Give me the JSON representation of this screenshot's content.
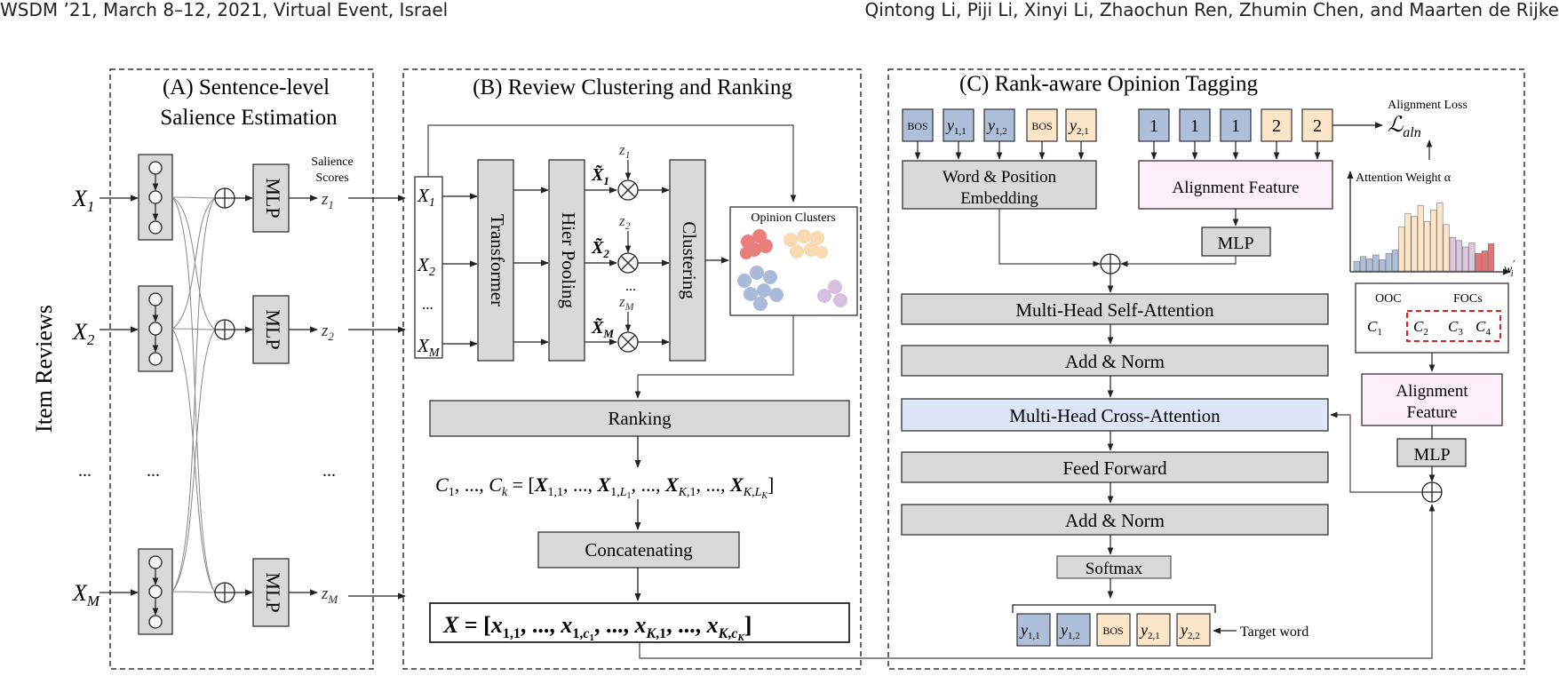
{
  "header": {
    "left": "WSDM ’21, March 8–12, 2021, Virtual Event, Israel",
    "right": "Qintong Li, Piji Li, Xinyi Li, Zhaochun Ren, Zhumin Chen, and Maarten de Rijke"
  },
  "panel_a": {
    "title_line1": "(A) Sentence-level",
    "title_line2": "Salience Estimation",
    "side_label": "Item Reviews",
    "inputs": [
      "X",
      "X",
      "X"
    ],
    "input_subs": [
      "1",
      "2",
      "M"
    ],
    "mlp_label": "MLP",
    "salience_label_line1": "Salience",
    "salience_label_line2": "Scores",
    "scores": [
      "z",
      "z",
      "z"
    ],
    "score_subs": [
      "1",
      "2",
      "M"
    ],
    "ellipsis": "..."
  },
  "panel_b": {
    "title": "(B) Review Clustering and Ranking",
    "stack_items": [
      "X",
      "X",
      "X"
    ],
    "stack_subs": [
      "1",
      "2",
      "M"
    ],
    "stack_ellipsis": "...",
    "transformer_label": "Transformer",
    "hier_pooling_label": "Hier Pooling",
    "clustering_label": "Clustering",
    "pooled": [
      "X̃",
      "X̃",
      "X̃"
    ],
    "pooled_subs": [
      "1",
      "2",
      "M"
    ],
    "weights": [
      "z",
      "z",
      "z"
    ],
    "weight_subs": [
      "1",
      "2",
      "M"
    ],
    "opinion_clusters_label": "Opinion Clusters",
    "ranking_label": "Ranking",
    "cluster_eq": "C1, ..., Ck = [X1,1, ..., X1,L1, ..., XK,1, ..., XK,LK]",
    "concatenating_label": "Concatenating",
    "concat_eq": "X = [x1,1, ..., x1,c1, ..., xK,1, ..., xK,cK]",
    "clusters": [
      {
        "color": "#ea7e7a",
        "opacity": 0.9
      },
      {
        "color": "#f8d9b0",
        "opacity": 0.95
      },
      {
        "color": "#a9bbd9",
        "opacity": 0.95
      },
      {
        "color": "#d7bfe0",
        "opacity": 0.95
      }
    ]
  },
  "panel_c": {
    "title": "(C) Rank-aware Opinion Tagging",
    "tokens_top": [
      {
        "text": "BOS",
        "sub": "",
        "color": "#aebfd9"
      },
      {
        "text": "y",
        "sub": "1,1",
        "color": "#aebfd9"
      },
      {
        "text": "y",
        "sub": "1,2",
        "color": "#aebfd9"
      },
      {
        "text": "BOS",
        "sub": "",
        "color": "#fde5c8"
      },
      {
        "text": "y",
        "sub": "2,1",
        "color": "#fde5c8"
      }
    ],
    "align_tokens": [
      {
        "text": "1",
        "color": "#aebfd9"
      },
      {
        "text": "1",
        "color": "#aebfd9"
      },
      {
        "text": "1",
        "color": "#aebfd9"
      },
      {
        "text": "2",
        "color": "#fde5c8"
      },
      {
        "text": "2",
        "color": "#fde5c8"
      }
    ],
    "word_pos_line1": "Word & Position",
    "word_pos_line2": "Embedding",
    "alignment_feature_label": "Alignment Feature",
    "alignment_feature2_line1": "Alignment",
    "alignment_feature2_line2": "Feature",
    "mlp_label": "MLP",
    "alignment_loss_label": "Alignment Loss",
    "loss_symbol": "ℒ",
    "loss_sub": "aln",
    "attention_weight_label": "Attention Weight α",
    "x_axis_label": "w",
    "x_axis_sup": "′",
    "x_axis_sub": "i",
    "mhsa_label": "Multi-Head Self-Attention",
    "addnorm_label": "Add & Norm",
    "mhca_label": "Multi-Head Cross-Attention",
    "ff_label": "Feed Forward",
    "addnorm2_label": "Add & Norm",
    "softmax_label": "Softmax",
    "ooc_label": "OOC",
    "focs_label": "FOCs",
    "c_labels": [
      "C",
      "C",
      "C",
      "C"
    ],
    "c_subs": [
      "1",
      "2",
      "3",
      "4"
    ],
    "target_tokens": [
      {
        "text": "y",
        "sub": "1,1",
        "color": "#aebfd9"
      },
      {
        "text": "y",
        "sub": "1,2",
        "color": "#aebfd9"
      },
      {
        "text": "BOS",
        "sub": "",
        "color": "#fde5c8"
      },
      {
        "text": "y",
        "sub": "2,1",
        "color": "#fde5c8"
      },
      {
        "text": "y",
        "sub": "2,2",
        "color": "#fde5c8"
      }
    ],
    "target_word_label": "Target word",
    "attention_bars": [
      {
        "v": 0.12,
        "c": "#aebfd9"
      },
      {
        "v": 0.18,
        "c": "#aebfd9"
      },
      {
        "v": 0.15,
        "c": "#aebfd9"
      },
      {
        "v": 0.2,
        "c": "#aebfd9"
      },
      {
        "v": 0.14,
        "c": "#aebfd9"
      },
      {
        "v": 0.22,
        "c": "#aebfd9"
      },
      {
        "v": 0.26,
        "c": "#aebfd9"
      },
      {
        "v": 0.55,
        "c": "#fde5c8"
      },
      {
        "v": 0.72,
        "c": "#fde5c8"
      },
      {
        "v": 0.68,
        "c": "#fde5c8"
      },
      {
        "v": 0.82,
        "c": "#fde5c8"
      },
      {
        "v": 0.62,
        "c": "#fde5c8"
      },
      {
        "v": 0.76,
        "c": "#fde5c8"
      },
      {
        "v": 0.85,
        "c": "#fde5c8"
      },
      {
        "v": 0.58,
        "c": "#fde5c8"
      },
      {
        "v": 0.42,
        "c": "#dcc6e0"
      },
      {
        "v": 0.38,
        "c": "#dcc6e0"
      },
      {
        "v": 0.3,
        "c": "#dcc6e0"
      },
      {
        "v": 0.35,
        "c": "#dcc6e0"
      },
      {
        "v": 0.22,
        "c": "#e57373"
      },
      {
        "v": 0.25,
        "c": "#e57373"
      },
      {
        "v": 0.34,
        "c": "#e57373"
      }
    ]
  }
}
